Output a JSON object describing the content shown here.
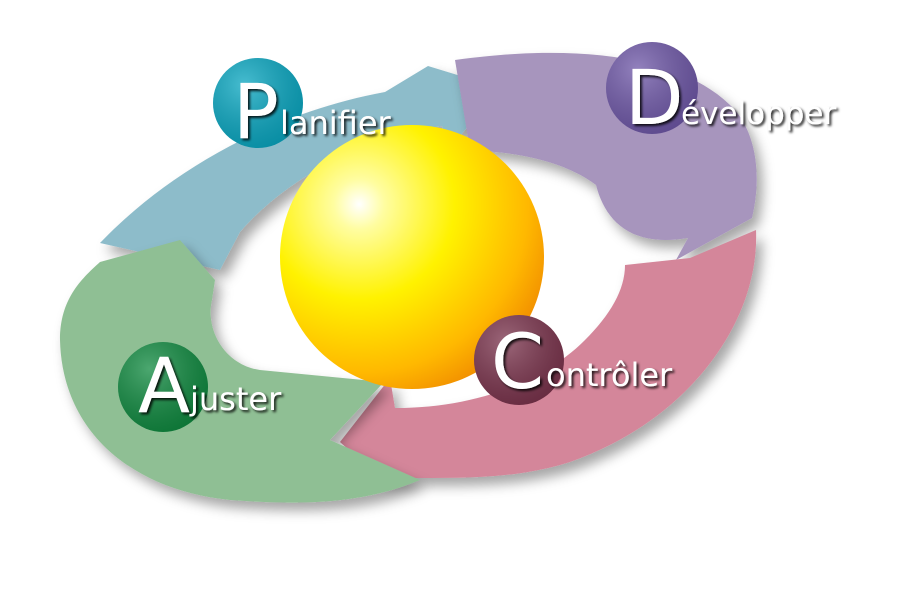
{
  "diagram": {
    "stages": [
      {
        "id": "plan",
        "initial": "P",
        "rest": "lanifier",
        "arrow_color": "#8dbcca",
        "badge_color": "#0aa7c1"
      },
      {
        "id": "do",
        "initial": "D",
        "rest": "évelopper",
        "arrow_color": "#a795bd",
        "badge_color": "#6f58a8"
      },
      {
        "id": "check",
        "initial": "C",
        "rest": "ontrôler",
        "arrow_color": "#d4869a",
        "badge_color": "#7b344d"
      },
      {
        "id": "act",
        "initial": "A",
        "rest": "juster",
        "arrow_color": "#8fbf94",
        "badge_color": "#108a40"
      }
    ],
    "center_color": "#ffd700"
  }
}
